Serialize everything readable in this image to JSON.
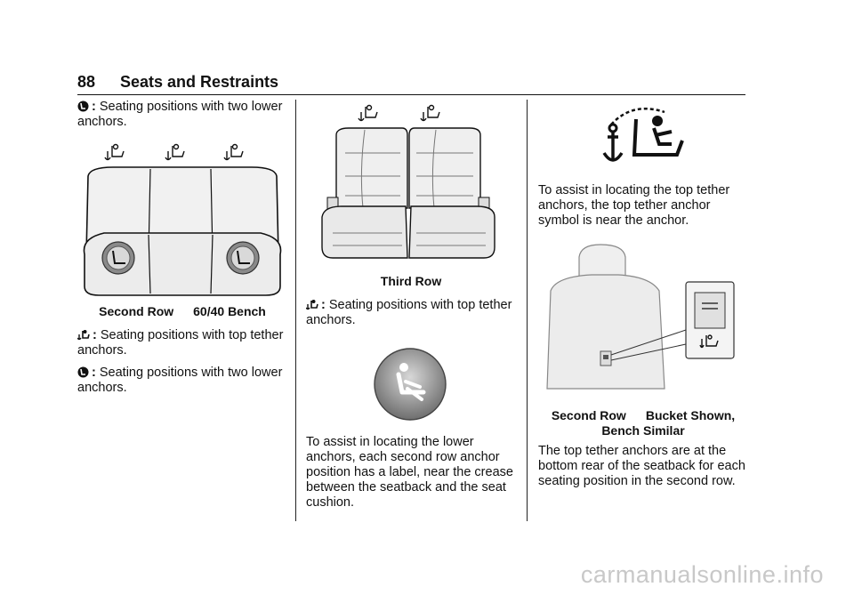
{
  "header": {
    "page_number": "88",
    "section_title": "Seats and Restraints"
  },
  "col1": {
    "para1_sym": ":",
    "para1_text": "Seating positions with two lower anchors.",
    "fig1_caption_left": "Second Row",
    "fig1_caption_right": "60/40 Bench",
    "para2_sym": ":",
    "para2_text": "Seating positions with top tether anchors.",
    "para3_sym": ":",
    "para3_text": "Seating positions with two lower anchors."
  },
  "col2": {
    "fig2_caption": "Third Row",
    "para1_sym": ":",
    "para1_text": "Seating positions with top tether anchors.",
    "para2_text": "To assist in locating the lower anchors, each second row anchor position has a label, near the crease between the seatback and the seat cushion."
  },
  "col3": {
    "para1_text": "To assist in locating the top tether anchors, the top tether anchor symbol is near the anchor.",
    "fig3_caption_left": "Second Row",
    "fig3_caption_right": "Bucket Shown,",
    "fig3_caption_line2": "Bench Similar",
    "para2_text": "The top tether anchors are at the bottom rear of the seatback for each seating position in the second row."
  },
  "watermark": "carmanualsonline.info",
  "icons": [
    "lower-anchor-icon",
    "top-tether-icon",
    "bench-seat-illustration",
    "third-row-seat-illustration",
    "lower-anchor-label-icon",
    "top-tether-symbol-icon",
    "bucket-seat-illustration"
  ]
}
